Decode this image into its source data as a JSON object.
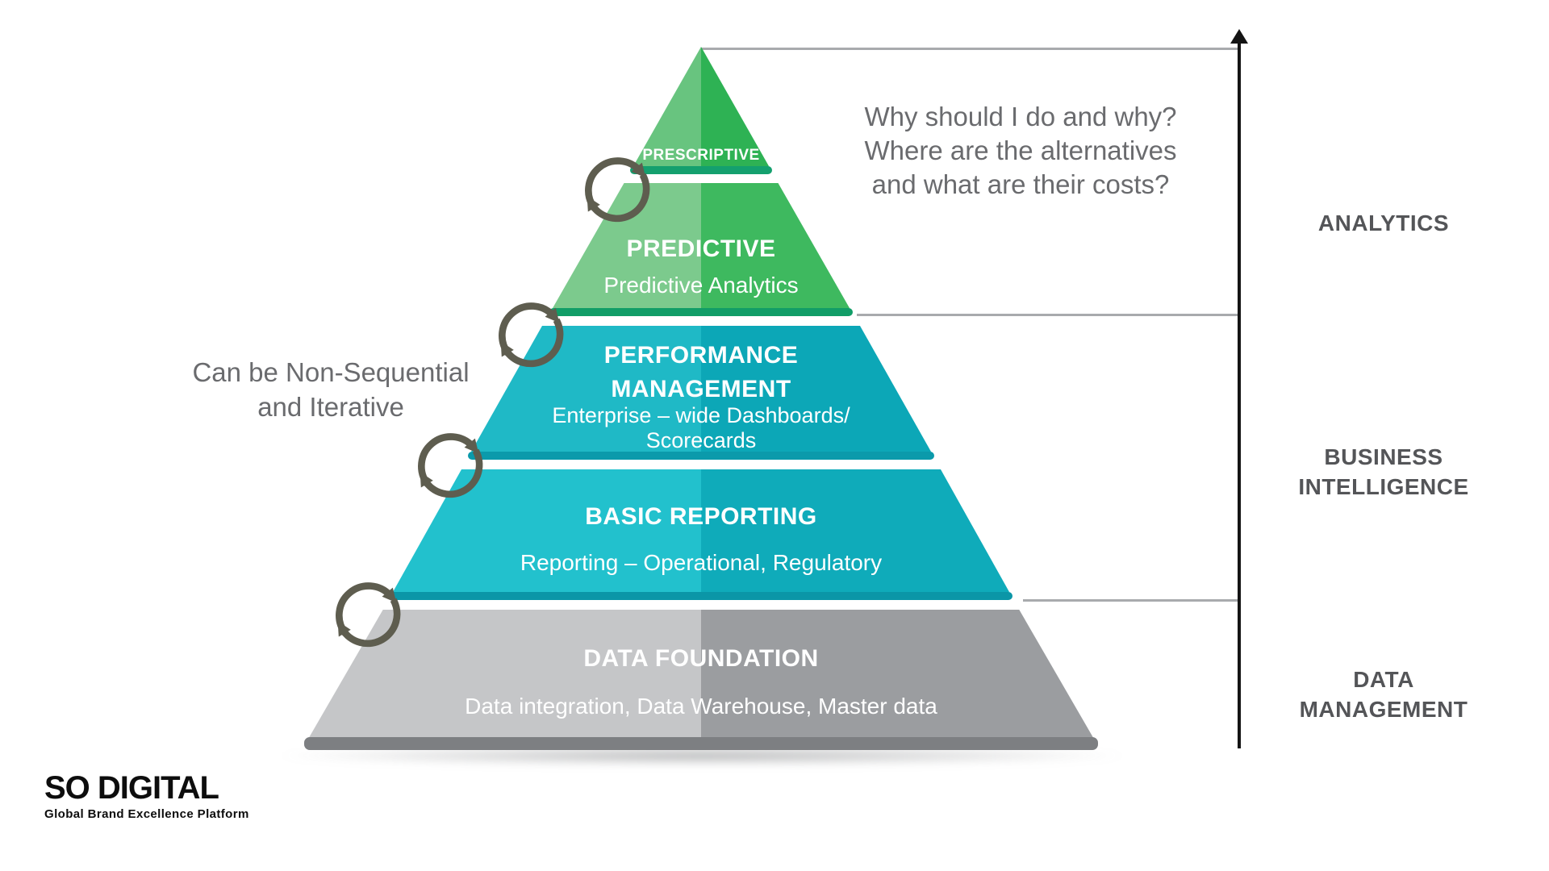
{
  "annotations": {
    "question_lines": [
      "Why should I do and why?",
      "Where are the alternatives",
      "and what are their costs?"
    ],
    "iterative_lines": [
      "Can be Non-Sequential",
      "and Iterative"
    ]
  },
  "pyramid": {
    "tiers": [
      {
        "name": "prescriptive",
        "title_lines": [
          "PRESCRIPTIVE"
        ],
        "subtitle_lines": [],
        "color_left": "#68c47f",
        "color_right": "#2eb254",
        "color_accent": "#14a06e"
      },
      {
        "name": "predictive",
        "title_lines": [
          "PREDICTIVE"
        ],
        "subtitle_lines": [
          "Predictive Analytics"
        ],
        "color_left": "#7cca8d",
        "color_right": "#3eb95f",
        "color_accent": "#119d67"
      },
      {
        "name": "performance-management",
        "title_lines": [
          "PERFORMANCE",
          "MANAGEMENT"
        ],
        "subtitle_lines": [
          "Enterprise – wide Dashboards/",
          "Scorecards"
        ],
        "color_left": "#1fb9c6",
        "color_right": "#0ca7b7",
        "color_accent": "#0b9aab"
      },
      {
        "name": "basic-reporting",
        "title_lines": [
          "BASIC REPORTING"
        ],
        "subtitle_lines": [
          "Reporting – Operational, Regulatory"
        ],
        "color_left": "#22c1cd",
        "color_right": "#0fabba",
        "color_accent": "#0b96a7"
      },
      {
        "name": "data-foundation",
        "title_lines": [
          "DATA FOUNDATION"
        ],
        "subtitle_lines": [
          "Data integration, Data Warehouse, Master data"
        ],
        "color_left": "#c5c6c8",
        "color_right": "#9b9da0",
        "color_accent": "#7d7f82"
      }
    ]
  },
  "stages": [
    {
      "name": "analytics",
      "lines": [
        "ANALYTICS"
      ]
    },
    {
      "name": "business-intelligence",
      "lines": [
        "BUSINESS",
        "INTELLIGENCE"
      ]
    },
    {
      "name": "data-management",
      "lines": [
        "DATA",
        "MANAGEMENT"
      ]
    }
  ],
  "logo": {
    "title": "SO DIGITAL",
    "tagline": "Global Brand Excellence Platform"
  },
  "colors": {
    "connector_line": "#a8aaad",
    "axis": "#141414",
    "stage_label": "#545558",
    "annotation": "#6a6b6e",
    "loop_icon": "#5e5d4f",
    "tier_text": "#ffffff"
  }
}
